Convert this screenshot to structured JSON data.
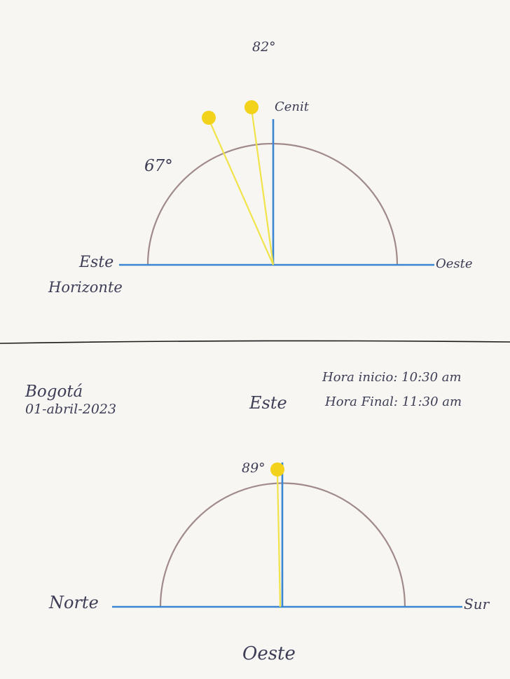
{
  "top_diagram": {
    "angle_top_label": "82°",
    "angle_left_label": "67°",
    "zenith_label": "Cenit",
    "east_label": "Este",
    "horizon_label": "Horizonte",
    "west_label": "Oeste"
  },
  "bottom_diagram": {
    "place": "Bogotá",
    "date": "01-abril-2023",
    "start_time": "Hora inicio: 10:30 am",
    "end_time": "Hora Final: 11:30 am",
    "east_label": "Este",
    "angle_label": "89°",
    "north_label": "Norte",
    "south_label": "Sur",
    "west_label": "Oeste"
  },
  "colors": {
    "horizon_line": "#3a86d0",
    "dome_arc": "#a08a8a",
    "sun": "#f2d21a",
    "sun_ray": "#f1e44a",
    "divider": "#1b1b1b"
  }
}
